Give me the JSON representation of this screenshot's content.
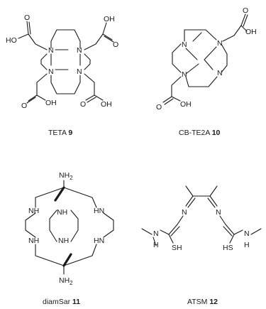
{
  "structures": [
    {
      "key": "teta",
      "name": "TETA",
      "number": "9"
    },
    {
      "key": "cbte2a",
      "name": "CB-TE2A",
      "number": "10"
    },
    {
      "key": "diamsar",
      "name": "diamSar",
      "number": "11"
    },
    {
      "key": "atsm",
      "name": "ATSM",
      "number": "12"
    }
  ],
  "atoms": {
    "n": "N",
    "oh": "OH",
    "ho": "HO",
    "o": "O",
    "nh2": "NH",
    "sub2": "2",
    "nh": "NH",
    "hn": "HN",
    "sh": "SH",
    "hs": "HS",
    "h": "H"
  }
}
